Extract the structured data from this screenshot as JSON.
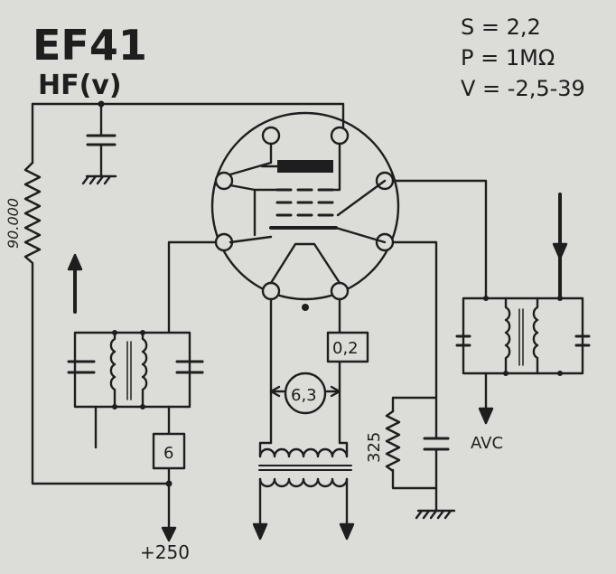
{
  "title": "EF41",
  "subtitle": "HF(v)",
  "specs": {
    "s": "S = 2,2",
    "p": "P = 1MΩ",
    "v": "V = -2,5-39"
  },
  "labels": {
    "plate_resistor": "90.000",
    "plate_supply": "+250",
    "plate_resistor_box": "6",
    "heater_box": "0,2",
    "heater_voltage": "6,3",
    "cathode_resistor": "325",
    "avc": "AVC"
  },
  "colors": {
    "paper": "#dcdcd8",
    "ink": "#1e1e1e"
  }
}
